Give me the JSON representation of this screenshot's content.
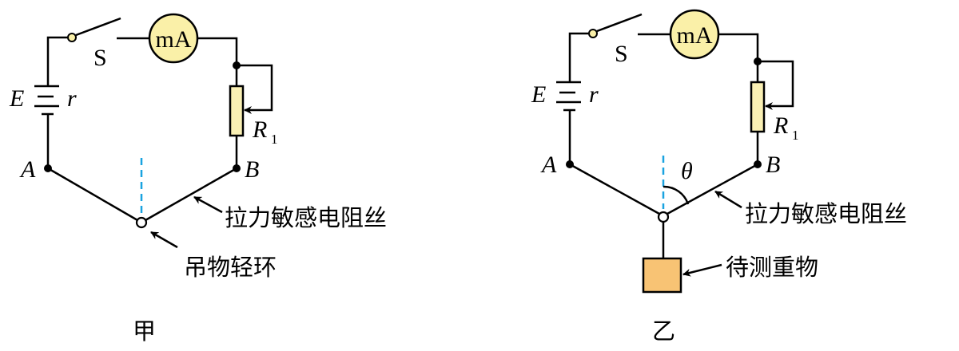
{
  "colors": {
    "meter_fill": "#faf0a8",
    "resistor_fill": "#faf0b4",
    "weight_fill": "#f8c374",
    "dashed_line": "#1aa3e0"
  },
  "figures": [
    {
      "caption": "甲",
      "switch": "S",
      "meter": "mA",
      "emf": "E",
      "internal_r": "r",
      "resistor": "R",
      "resistor_sub": "1",
      "point_a": "A",
      "point_b": "B",
      "wire_label": "拉力敏感电阻丝",
      "ring_label": "吊物轻环"
    },
    {
      "caption": "乙",
      "switch": "S",
      "meter": "mA",
      "emf": "E",
      "internal_r": "r",
      "resistor": "R",
      "resistor_sub": "1",
      "point_a": "A",
      "point_b": "B",
      "angle": "θ",
      "wire_label": "拉力敏感电阻丝",
      "weight_label": "待测重物"
    }
  ]
}
